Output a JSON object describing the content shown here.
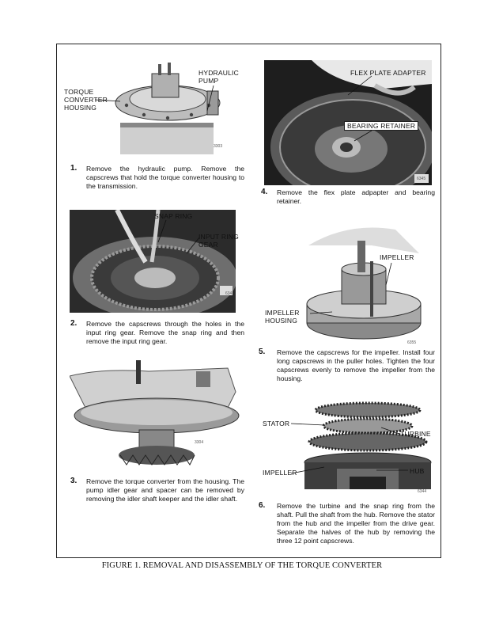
{
  "figure": {
    "caption": "FIGURE 1. REMOVAL AND DISASSEMBLY OF THE TORQUE CONVERTER"
  },
  "steps": [
    {
      "number": "1.",
      "text": "Remove the hydraulic pump. Remove the capscrews that hold the torque converter housing to the transmission.",
      "labels": [
        "HYDRAULIC PUMP",
        "TORQUE CONVERTER HOUSING"
      ],
      "photo_number": "3303"
    },
    {
      "number": "2.",
      "text": "Remove the capscrews through the holes in the input ring gear. Remove the snap ring and then remove the input ring gear.",
      "labels": [
        "SNAP RING",
        "INPUT RING GEAR"
      ],
      "photo_number": "634"
    },
    {
      "number": "3.",
      "text": "Remove the torque converter from the housing. The pump idler gear and spacer can be removed by removing the idler shaft keeper and the idler shaft.",
      "labels": [],
      "photo_number": "3304"
    },
    {
      "number": "4.",
      "text": "Remove the flex plate adpapter and bearing retainer.",
      "labels": [
        "FLEX PLATE ADAPTER",
        "BEARING RETAINER"
      ],
      "photo_number": "6345"
    },
    {
      "number": "5.",
      "text": "Remove the capscrews for the impeller. Install four long capscrews in the puller holes. Tighten the four capscrews evenly to remove the impeller from the housing.",
      "labels": [
        "IMPELLER",
        "IMPELLER HOUSING"
      ],
      "photo_number": "6355"
    },
    {
      "number": "6.",
      "text": "Remove the turbine and the snap ring from the shaft. Pull the shaft from the hub. Remove the stator from the hub and the impeller from the drive gear. Separate the halves of the hub by removing the three 12 point capscrews.",
      "labels": [
        "STATOR",
        "TURBINE",
        "IMPELLER",
        "HUB"
      ],
      "photo_number": "6344"
    }
  ]
}
